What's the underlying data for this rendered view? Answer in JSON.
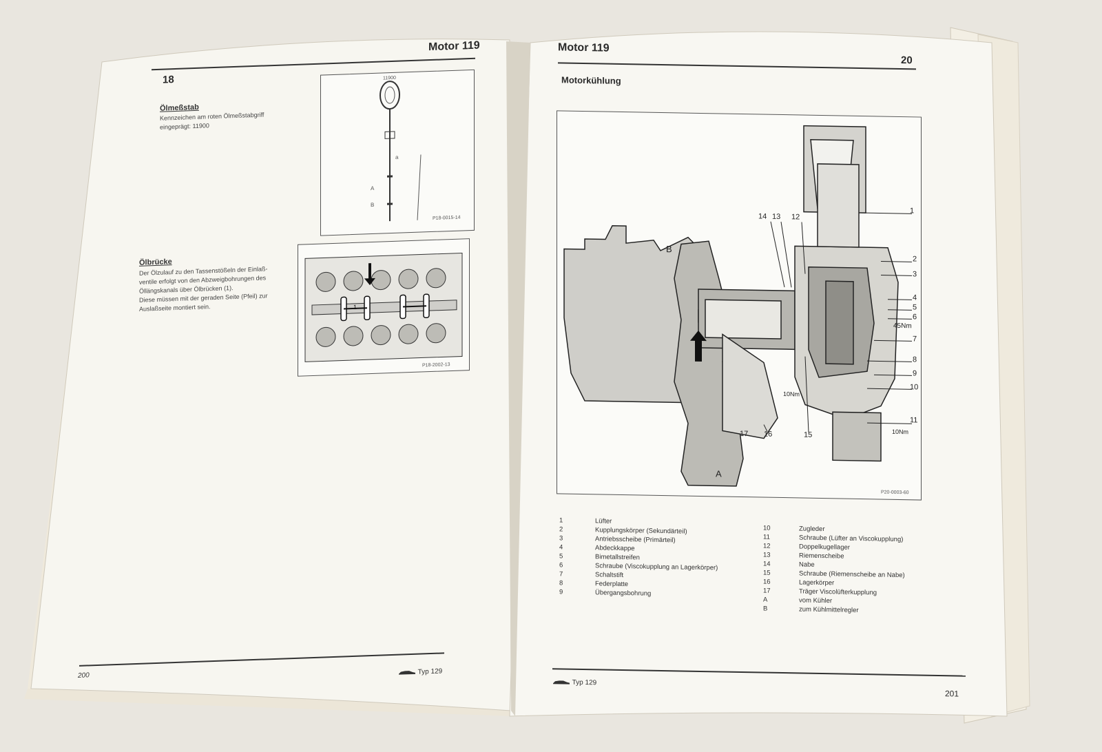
{
  "left_page": {
    "header_title": "Motor 119",
    "section_number": "18",
    "oil_dipstick": {
      "title": "Ölmeßstab",
      "text_line1": "Kennzeichen am roten Ölmeßstabgriff",
      "text_line2": "eingeprägt: 11900",
      "figure_code": "P18-0015-14",
      "label_a": "A",
      "label_b": "B",
      "label_a_small": "a",
      "handle_mark": "11900"
    },
    "oil_bridge": {
      "title": "Ölbrücke",
      "text_lines": [
        "Der Ölzulauf zu den Tassenstößeln der Einlaß-",
        "ventile erfolgt von den Abzweigbohrungen des",
        "Öllängskanals über Ölbrücken (1).",
        "Diese müssen mit der geraden Seite (Pfeil) zur",
        "Auslaßseite montiert sein."
      ],
      "figure_code": "P18-2002-13",
      "callout": "1"
    },
    "page_number": "200",
    "footer_type": "Typ 129"
  },
  "right_page": {
    "header_title": "Motor 119",
    "section_number": "20",
    "subtitle": "Motorkühlung",
    "figure_code": "P20-0003-60",
    "callouts": {
      "c1": "1",
      "c2": "2",
      "c3": "3",
      "c4": "4",
      "c5": "5",
      "c6": "6",
      "torque_45": "45Nm",
      "c7": "7",
      "c8": "8",
      "c9": "9",
      "c10": "10",
      "c11": "11",
      "torque_10_right": "10Nm",
      "torque_10_mid": "10Nm",
      "c12": "12",
      "c13": "13",
      "c14": "14",
      "c15": "15",
      "c16": "16",
      "c17": "17",
      "cA": "A",
      "cB": "B"
    },
    "legend_left": [
      {
        "num": "1",
        "text": "Lüfter"
      },
      {
        "num": "2",
        "text": "Kupplungskörper (Sekundärteil)"
      },
      {
        "num": "3",
        "text": "Antriebsscheibe (Primärteil)"
      },
      {
        "num": "4",
        "text": "Abdeckkappe"
      },
      {
        "num": "5",
        "text": "Bimetallstreifen"
      },
      {
        "num": "6",
        "text": "Schraube (Viscokupplung an Lagerkörper)"
      },
      {
        "num": "7",
        "text": "Schaltstift"
      },
      {
        "num": "8",
        "text": "Federplatte"
      },
      {
        "num": "9",
        "text": "Übergangsbohrung"
      }
    ],
    "legend_right": [
      {
        "num": "10",
        "text": "Zugleder"
      },
      {
        "num": "11",
        "text": "Schraube (Lüfter an Viscokupplung)"
      },
      {
        "num": "12",
        "text": "Doppelkugellager"
      },
      {
        "num": "13",
        "text": "Riemenscheibe"
      },
      {
        "num": "14",
        "text": "Nabe"
      },
      {
        "num": "15",
        "text": "Schraube (Riemenscheibe an Nabe)"
      },
      {
        "num": "16",
        "text": "Lagerkörper"
      },
      {
        "num": "17",
        "text": "Träger Viscolüfterkupplung"
      },
      {
        "num": "A",
        "text": "vom Kühler"
      },
      {
        "num": "B",
        "text": "zum Kühlmittelregler"
      }
    ],
    "page_number": "201",
    "footer_type": "Typ 129"
  }
}
